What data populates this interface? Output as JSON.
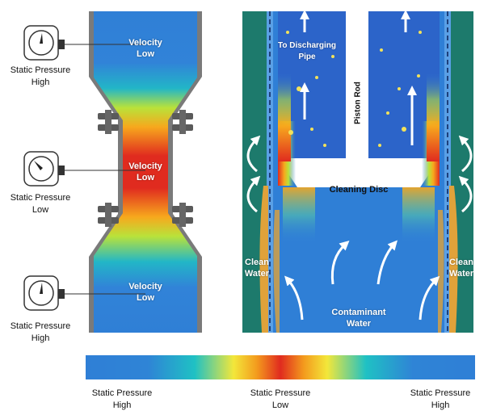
{
  "venturi": {
    "top_gauge_label": [
      "Static Pressure",
      "High"
    ],
    "middle_gauge_label": [
      "Static Pressure",
      "Low"
    ],
    "bottom_gauge_label": [
      "Static Pressure",
      "High"
    ],
    "top_flow_label": [
      "Velocity",
      "Low"
    ],
    "middle_flow_label": [
      "Velocity",
      "Low"
    ],
    "bottom_flow_label": [
      "Velocity",
      "Low"
    ]
  },
  "filter": {
    "discharge_label": [
      "To Discharging",
      "Pipe"
    ],
    "piston_rod_label": "Piston Rod",
    "cleaning_disc_label": "Cleaning Disc",
    "clean_water_left": [
      "Clean",
      "Water"
    ],
    "clean_water_right": [
      "Clean",
      "Water"
    ],
    "contaminant_label": [
      "Contaminant",
      "Water"
    ]
  },
  "colorbar": {
    "ticks": [
      [
        "Static Pressure",
        "High"
      ],
      [
        "Static Pressure",
        "Low"
      ],
      [
        "Static Pressure",
        "High"
      ]
    ]
  },
  "colors": {
    "pipe_blue": "#2f7fd6",
    "high_red": "#e02b1f",
    "filter_frame": "#1d7a6c",
    "wall_gray": "#7a7a7a"
  }
}
